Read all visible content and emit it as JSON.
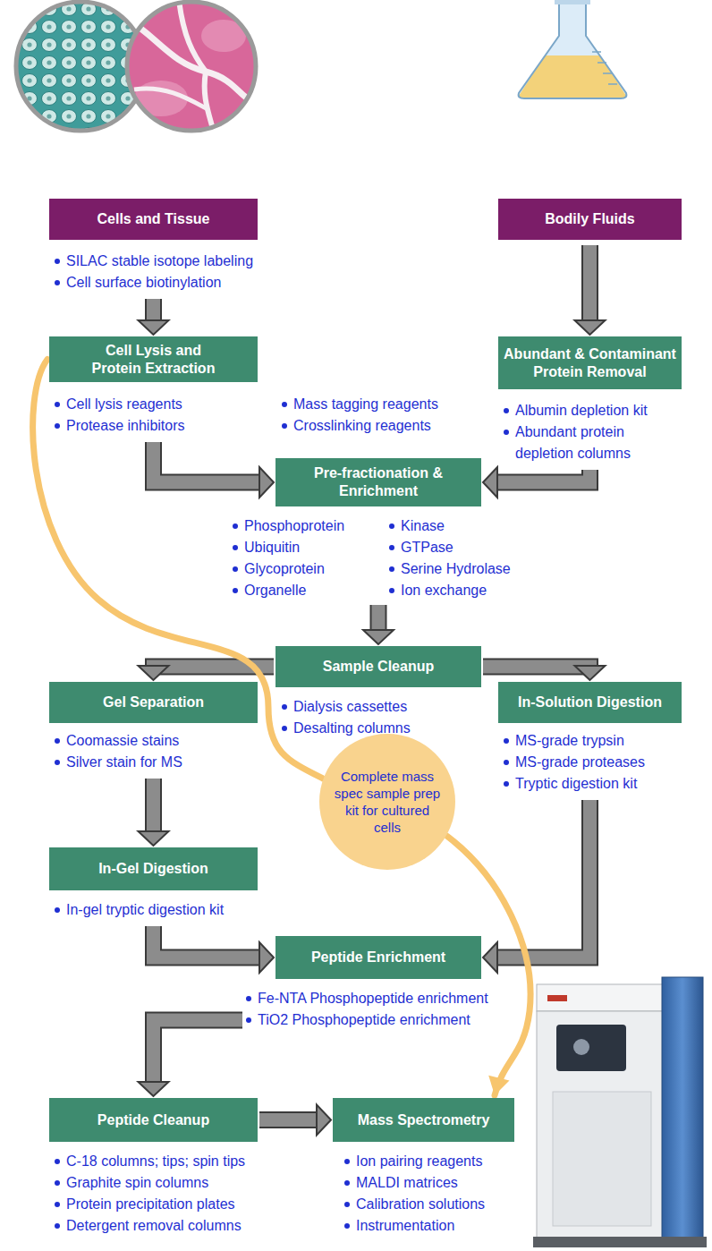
{
  "diagram": {
    "nodes": [
      {
        "text": [
          "Cells and Tissue",
          "SILAC stable isotope labeling",
          "Cell surface biotinylation"
        ]
      },
      {
        "text": [
          "Bodily Fluids"
        ]
      },
      {
        "text": [
          "Cell Lysis and Protein Extraction",
          "Cell lysis reagents",
          "Protease inhibitors"
        ]
      },
      {
        "text": [
          "Abundant & Contaminant Protein Removal",
          "Albumin depletion kit",
          "Abundant protein depletion columns"
        ]
      },
      {
        "text": [
          "Pre-fractionation & Enrichment",
          "Phosphoprotein",
          "Ubiquitin",
          "Glycoprotein",
          "Organelle",
          "Kinase",
          "GTPase",
          "Serine Hydrolase",
          "Ion exchange"
        ]
      },
      {
        "text": [
          "Sample Cleanup",
          "Dialysis cassettes",
          "Desalting columns"
        ]
      },
      {
        "text": [
          "Gel Separation",
          "Coomassie stains",
          "Silver stain for MS"
        ]
      },
      {
        "text": [
          "In-Solution Digestion",
          "MS-grade trypsin",
          "MS-grade proteases",
          "Tryptic digestion kit"
        ]
      },
      {
        "text": [
          "Complete mass spec sample prep kit for cultured cells"
        ]
      },
      {
        "text": [
          "In-Gel Digestion",
          "In-gel tryptic digestion kit"
        ]
      },
      {
        "text": [
          "Peptide Enrichment",
          "Fe-NTA Phosphopeptide enrichment",
          "TiO2 Phosphopeptide enrichment"
        ]
      },
      {
        "text": [
          "Peptide Cleanup",
          "C-18 columns; tips; spin tips",
          "Graphite spin columns",
          "Protein precipitation plates",
          "Detergent removal columns"
        ]
      },
      {
        "text": [
          "Mass Spectrometry",
          "Ion pairing reagents",
          "MALDI matrices",
          "Calibration solutions",
          "Instrumentation"
        ]
      }
    ],
    "edges": [
      {
        "from": 0,
        "to": 2,
        "arrow": "to"
      },
      {
        "from": 1,
        "to": 3,
        "arrow": "to"
      },
      {
        "from": 2,
        "to": 4,
        "arrow": "to"
      },
      {
        "from": 3,
        "to": 4,
        "arrow": "to"
      },
      {
        "from": 4,
        "to": 5,
        "arrow": "to"
      },
      {
        "from": 5,
        "to": 6,
        "arrow": "to"
      },
      {
        "from": 5,
        "to": 7,
        "arrow": "to"
      },
      {
        "from": 6,
        "to": 9,
        "arrow": "to"
      },
      {
        "from": 9,
        "to": 10,
        "arrow": "to"
      },
      {
        "from": 7,
        "to": 10,
        "arrow": "to"
      },
      {
        "from": 10,
        "to": 11,
        "arrow": "to"
      },
      {
        "from": 11,
        "to": 12,
        "arrow": "to"
      },
      {
        "from": 2,
        "to": 8,
        "arrow": "none"
      },
      {
        "from": 8,
        "to": 12,
        "arrow": "to"
      }
    ],
    "labels": [
      "Mass tagging reagents",
      "Crosslinking reagents"
    ]
  }
}
